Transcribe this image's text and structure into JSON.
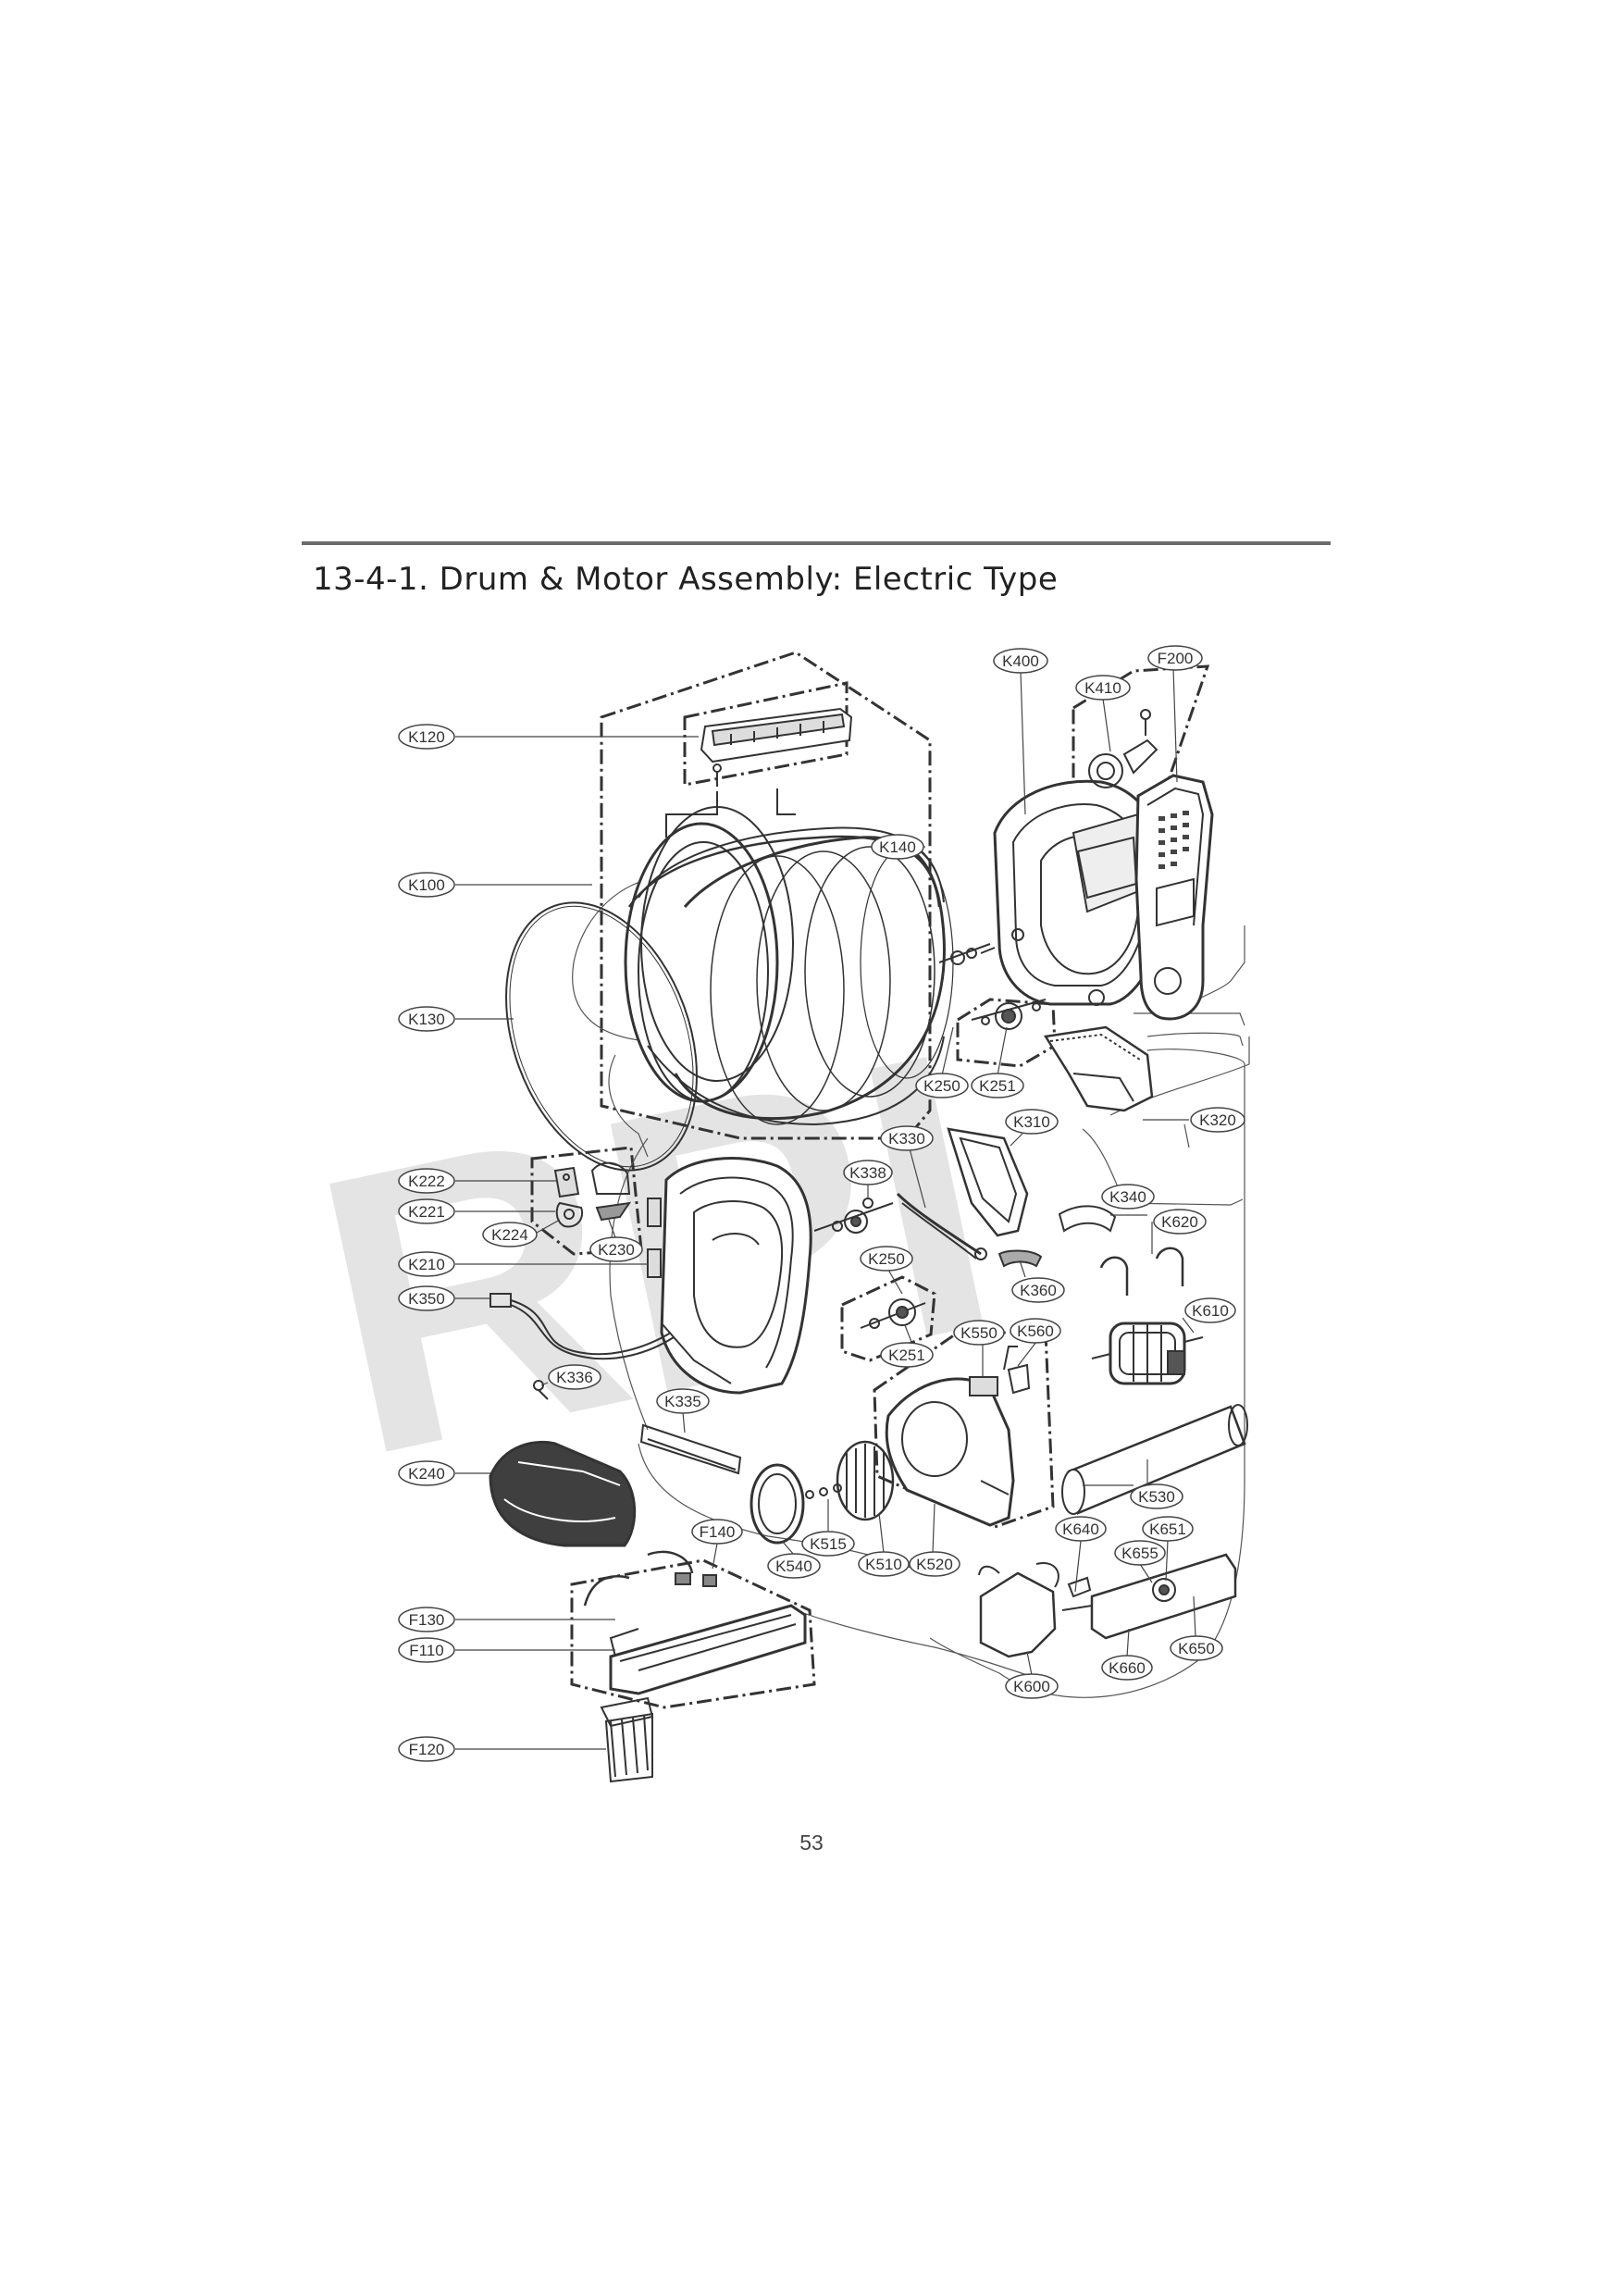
{
  "page": {
    "title": "13-4-1. Drum & Motor Assembly: Electric Type",
    "page_number": "53",
    "watermark": "RPI"
  },
  "callouts": [
    {
      "id": "K120",
      "label": "K120"
    },
    {
      "id": "K100",
      "label": "K100"
    },
    {
      "id": "K130",
      "label": "K130"
    },
    {
      "id": "K140",
      "label": "K140"
    },
    {
      "id": "K400",
      "label": "K400"
    },
    {
      "id": "K410",
      "label": "K410"
    },
    {
      "id": "F200",
      "label": "F200"
    },
    {
      "id": "K250a",
      "label": "K250"
    },
    {
      "id": "K251a",
      "label": "K251"
    },
    {
      "id": "K320",
      "label": "K320"
    },
    {
      "id": "K310",
      "label": "K310"
    },
    {
      "id": "K330",
      "label": "K330"
    },
    {
      "id": "K338",
      "label": "K338"
    },
    {
      "id": "K222",
      "label": "K222"
    },
    {
      "id": "K221",
      "label": "K221"
    },
    {
      "id": "K224",
      "label": "K224"
    },
    {
      "id": "K230",
      "label": "K230"
    },
    {
      "id": "K210",
      "label": "K210"
    },
    {
      "id": "K350",
      "label": "K350"
    },
    {
      "id": "K340",
      "label": "K340"
    },
    {
      "id": "K620",
      "label": "K620"
    },
    {
      "id": "K360",
      "label": "K360"
    },
    {
      "id": "K250b",
      "label": "K250"
    },
    {
      "id": "K251b",
      "label": "K251"
    },
    {
      "id": "K550",
      "label": "K550"
    },
    {
      "id": "K560",
      "label": "K560"
    },
    {
      "id": "K610",
      "label": "K610"
    },
    {
      "id": "K336",
      "label": "K336"
    },
    {
      "id": "K335",
      "label": "K335"
    },
    {
      "id": "K240",
      "label": "K240"
    },
    {
      "id": "K530",
      "label": "K530"
    },
    {
      "id": "K515",
      "label": "K515"
    },
    {
      "id": "F140",
      "label": "F140"
    },
    {
      "id": "K540",
      "label": "K540"
    },
    {
      "id": "K510",
      "label": "K510"
    },
    {
      "id": "K520",
      "label": "K520"
    },
    {
      "id": "K640",
      "label": "K640"
    },
    {
      "id": "K651",
      "label": "K651"
    },
    {
      "id": "K655",
      "label": "K655"
    },
    {
      "id": "F130",
      "label": "F130"
    },
    {
      "id": "F110",
      "label": "F110"
    },
    {
      "id": "K650",
      "label": "K650"
    },
    {
      "id": "K660",
      "label": "K660"
    },
    {
      "id": "K600",
      "label": "K600"
    },
    {
      "id": "F120",
      "label": "F120"
    }
  ]
}
